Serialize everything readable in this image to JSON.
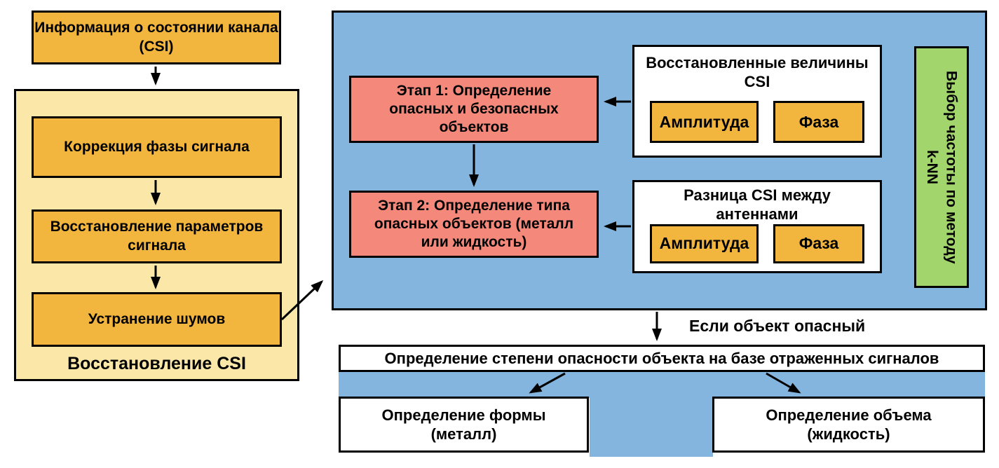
{
  "left": {
    "csi_info": "Информация о состоянии канала (CSI)",
    "recovery_label": "Восстановление CSI",
    "step_phase": "Коррекция фазы сигнала",
    "step_params": "Восстановление параметров сигнала",
    "step_noise": "Устранение шумов"
  },
  "detection": {
    "stage1": "Этап 1: Определение опасных и безопасных объектов",
    "stage2": "Этап 2: Определение типа опасных объектов (металл или жидкость)",
    "recovered_title": "Восстановленные величины CSI",
    "recovered_amplitude": "Амплитуда",
    "recovered_phase": "Фаза",
    "difference_title": "Разница CSI между антеннами",
    "difference_amplitude": "Амплитуда",
    "difference_phase": "Фаза",
    "knn_line1": "Выбор частоты по методу",
    "knn_line2": "k-NN"
  },
  "bottom": {
    "condition": "Если объект опасный",
    "severity": "Определение степени опасности объекта на базе отраженных сигналов",
    "shape": "Определение формы (металл)",
    "volume": "Определение объема (жидкость)"
  },
  "colors": {
    "orange": "#F2B53D",
    "yellow_container": "#FBE7A8",
    "blue_container": "#84B5DF",
    "salmon": "#F4897B",
    "green": "#A3D56D",
    "white": "#FFFFFF",
    "border": "#000000",
    "text": "#000000"
  }
}
